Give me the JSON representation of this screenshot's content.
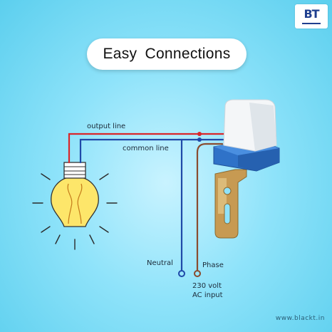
{
  "header": {
    "title": "Easy  Connections",
    "logo_text": "BT"
  },
  "labels": {
    "output_line": "output line",
    "common_line": "common line",
    "neutral": "Neutral",
    "phase": "Phase",
    "input_line1": "230 volt",
    "input_line2": "AC input"
  },
  "footer": {
    "website": "www.blackt.in"
  },
  "colors": {
    "background": "#8fe3fa",
    "live_wire": "#d9262a",
    "neutral_wire": "#1f49a8",
    "phase_wire": "#8a4b2f",
    "bulb_glow": "#fde66a",
    "sensor_body": "#2f72c8"
  },
  "icons": {
    "bulb": "light-bulb-icon",
    "sensor": "photocell-sensor-icon",
    "logo": "brand-logo-icon"
  }
}
